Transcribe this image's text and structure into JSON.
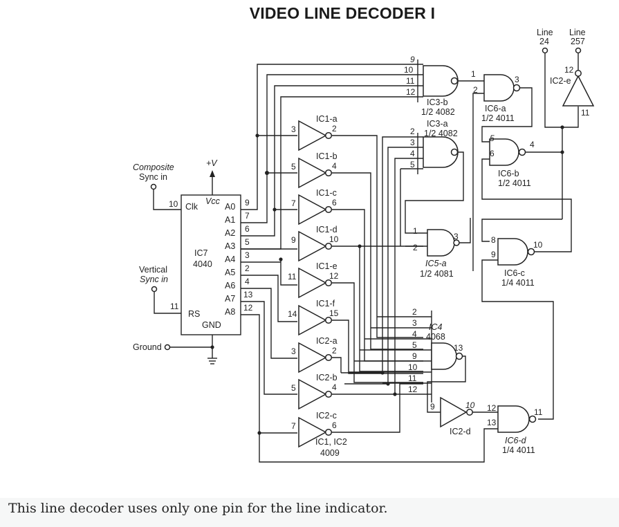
{
  "title": "VIDEO LINE DECODER I",
  "caption": "This line decoder uses only one pin for the line indicator.",
  "inputs": {
    "composite_sync": [
      "Composite",
      "Sync in"
    ],
    "vertical_sync": [
      "Vertical",
      "Sync in"
    ],
    "ground": "Ground",
    "supply": "+V"
  },
  "outputs": {
    "line24": [
      "Line",
      "24"
    ],
    "line257": [
      "Line",
      "257"
    ]
  },
  "ic7": {
    "name": "IC7",
    "part": "4040",
    "clk": "Clk",
    "vcc": "Vcc",
    "rs": "RS",
    "gnd": "GND",
    "clk_pin": "10",
    "rs_pin": "11",
    "outputs": [
      {
        "label": "A0",
        "pin": "9"
      },
      {
        "label": "A1",
        "pin": "7"
      },
      {
        "label": "A2",
        "pin": "6"
      },
      {
        "label": "A3",
        "pin": "5"
      },
      {
        "label": "A4",
        "pin": "3"
      },
      {
        "label": "A5",
        "pin": "2"
      },
      {
        "label": "A6",
        "pin": "4"
      },
      {
        "label": "A7",
        "pin": "13"
      },
      {
        "label": "A8",
        "pin": "12"
      }
    ]
  },
  "inverters": [
    {
      "name": "IC1-a",
      "in": "3",
      "out": "2"
    },
    {
      "name": "IC1-b",
      "in": "5",
      "out": "4"
    },
    {
      "name": "IC1-c",
      "in": "7",
      "out": "6"
    },
    {
      "name": "IC1-d",
      "in": "9",
      "out": "10"
    },
    {
      "name": "IC1-e",
      "in": "11",
      "out": "12"
    },
    {
      "name": "IC1-f",
      "in": "14",
      "out": "15"
    },
    {
      "name": "IC2-a",
      "in": "3",
      "out": "2"
    },
    {
      "name": "IC2-b",
      "in": "5",
      "out": "4"
    },
    {
      "name": "IC2-c",
      "in": "7",
      "out": "6"
    }
  ],
  "inverter_bank_label": [
    "IC1, IC2",
    "4009"
  ],
  "ic3b": {
    "name": "IC3-b",
    "part": "1/2 4082",
    "pins": [
      "9",
      "10",
      "11",
      "12"
    ]
  },
  "ic3a": {
    "name": "IC3-a",
    "part": "1/2 4082",
    "pins": [
      "2",
      "3",
      "4",
      "5"
    ]
  },
  "ic6a": {
    "name": "IC6-a",
    "part": "1/2 4011",
    "pins": [
      "1",
      "2"
    ],
    "out": "3"
  },
  "ic6b": {
    "name": "IC6-b",
    "part": "1/2 4011",
    "pins": [
      "5",
      "6"
    ],
    "out": "4"
  },
  "ic6c": {
    "name": "IC6-c",
    "part": "1/4 4011",
    "pins": [
      "8",
      "9"
    ],
    "out": "10"
  },
  "ic6d": {
    "name": "IC6-d",
    "part": "1/4 4011",
    "pins": [
      "12",
      "13"
    ],
    "out": "11"
  },
  "ic5a": {
    "name": "IC5-a",
    "part": "1/2 4081",
    "pins": [
      "1",
      "2"
    ],
    "out": "3"
  },
  "ic4": {
    "name": "IC4",
    "part": "4068",
    "pins": [
      "2",
      "3",
      "4",
      "5",
      "9",
      "10",
      "11",
      "12"
    ],
    "out": "13"
  },
  "ic2d": {
    "name": "IC2-d",
    "in": "9",
    "out": "10"
  },
  "ic2e": {
    "name": "IC2-e",
    "in": "11",
    "out": "12"
  }
}
